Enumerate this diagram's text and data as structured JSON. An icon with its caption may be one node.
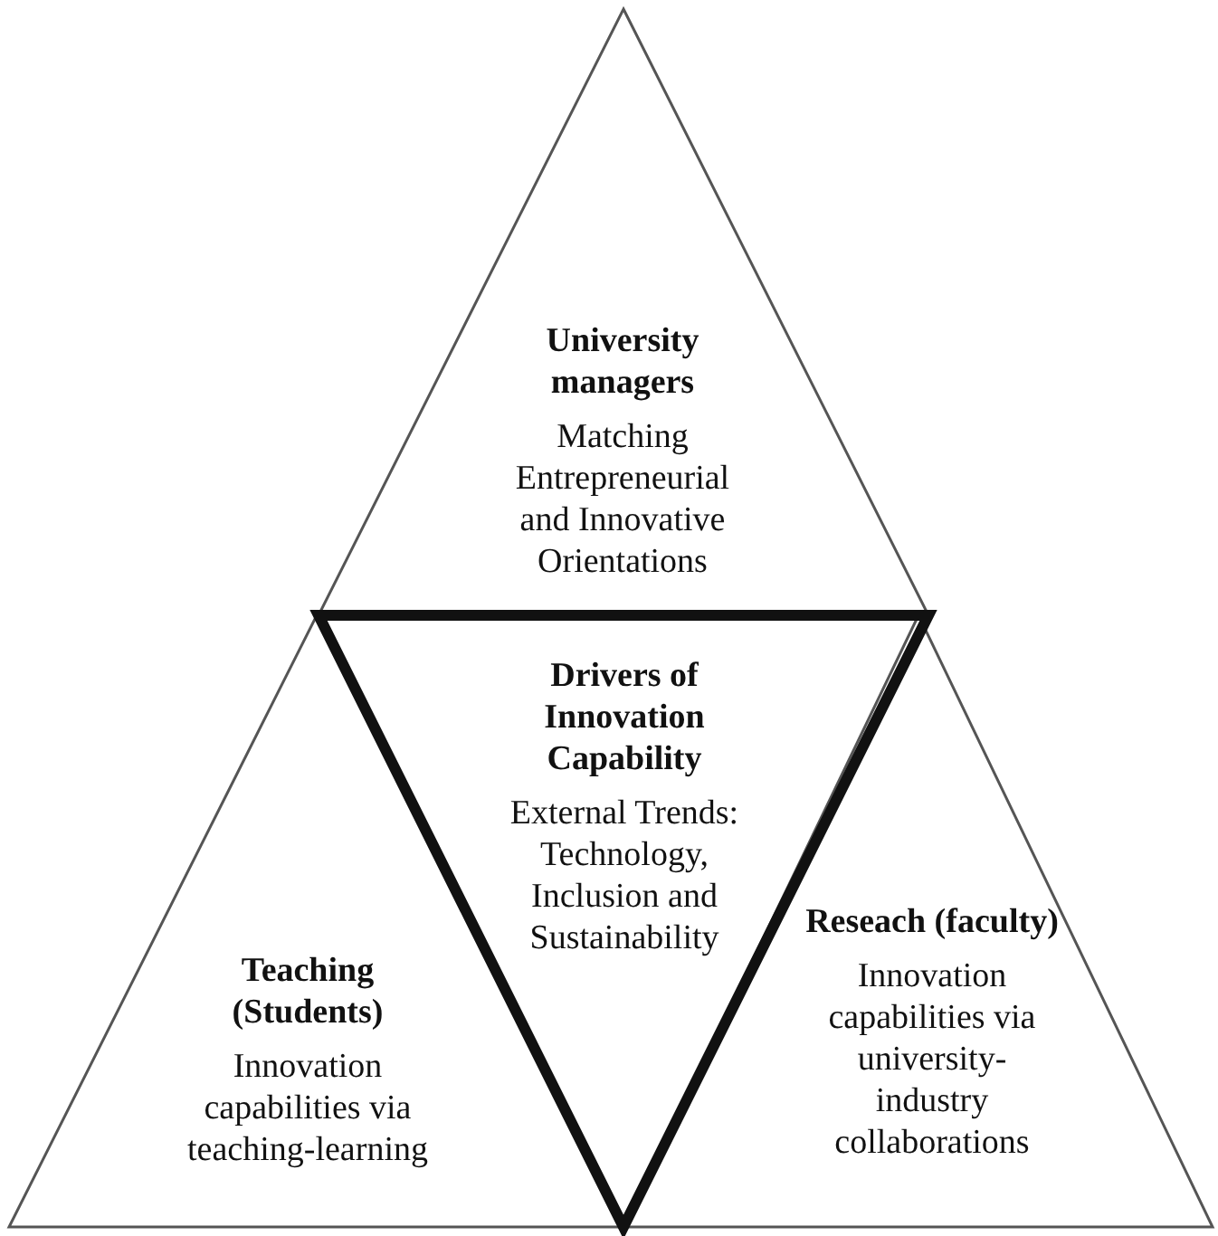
{
  "diagram": {
    "nodes": [
      {
        "text": [
          "University managers",
          "Matching Entrepreneurial and Innovative Orientations"
        ]
      },
      {
        "text": [
          "Teaching (Students)",
          "Innovation capabilities via teaching-learning"
        ]
      },
      {
        "text": [
          "Drivers of Innovation Capability",
          "External Trends: Technology, Inclusion and Sustainability"
        ]
      },
      {
        "text": [
          "Reseach (faculty)",
          "Innovation capabilities via university-industry collaborations"
        ]
      }
    ]
  }
}
